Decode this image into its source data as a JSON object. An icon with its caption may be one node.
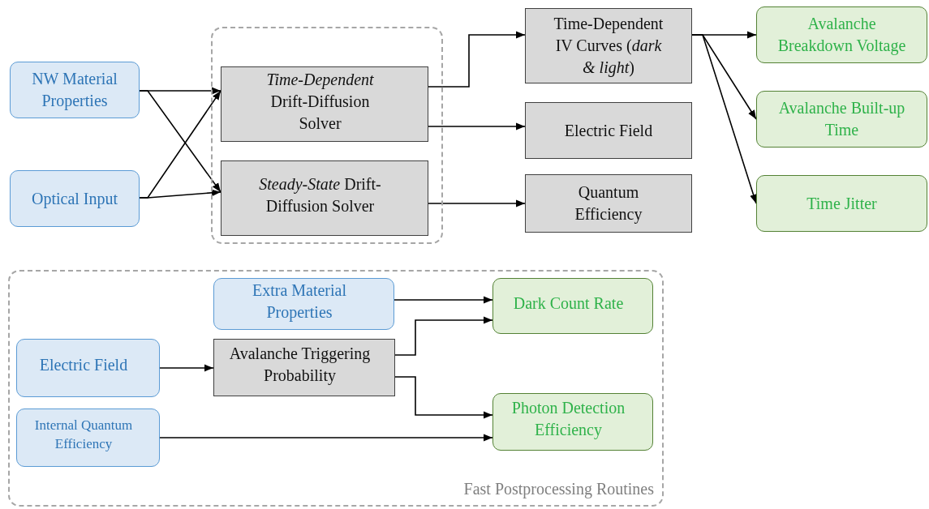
{
  "diagram": {
    "nodes": [
      {
        "text": [
          "NW Material Properties"
        ]
      },
      {
        "text": [
          "Optical Input"
        ]
      },
      {
        "text": [],
        "shape": "box"
      },
      {
        "text": [
          "*Time-Dependent* Drift-Diffusion Solver"
        ],
        "in": 2
      },
      {
        "text": [
          "*Steady-State* Drift-Diffusion Solver"
        ],
        "in": 2
      },
      {
        "text": [
          "Time-Dependent IV Curves (*dark & light*)"
        ]
      },
      {
        "text": [
          "Electric Field"
        ]
      },
      {
        "text": [
          "Quantum Efficiency"
        ]
      },
      {
        "text": [
          "Avalanche Breakdown Voltage"
        ]
      },
      {
        "text": [
          "Avalanche Built-up Time"
        ]
      },
      {
        "text": [
          "Time Jitter"
        ]
      },
      {
        "text": [
          "Fast Postprocessing Routines"
        ]
      },
      {
        "text": [
          "Extra Material Properties"
        ],
        "in": 11
      },
      {
        "text": [
          "Electric Field"
        ],
        "in": 11
      },
      {
        "text": [
          "Avalanche Triggering Probability"
        ],
        "in": 11
      },
      {
        "text": [
          "Internal Quantum Efficiency"
        ],
        "in": 11
      },
      {
        "text": [
          "Dark Count Rate"
        ],
        "in": 11
      },
      {
        "text": [
          "Photon Detection Efficiency"
        ],
        "in": 11
      }
    ],
    "edges": [
      {
        "from": 0,
        "to": 3,
        "arrow": "to"
      },
      {
        "from": 0,
        "to": 4,
        "arrow": "to"
      },
      {
        "from": 1,
        "to": 3,
        "arrow": "to"
      },
      {
        "from": 1,
        "to": 4,
        "arrow": "to"
      },
      {
        "from": 3,
        "to": 5,
        "arrow": "to"
      },
      {
        "from": 3,
        "to": 6,
        "arrow": "to"
      },
      {
        "from": 4,
        "to": 7,
        "arrow": "to"
      },
      {
        "from": 5,
        "to": 8,
        "arrow": "to"
      },
      {
        "from": 5,
        "to": 9,
        "arrow": "to"
      },
      {
        "from": 5,
        "to": 10,
        "arrow": "to"
      },
      {
        "from": 12,
        "to": 16,
        "arrow": "to"
      },
      {
        "from": 14,
        "to": 16,
        "arrow": "to"
      },
      {
        "from": 14,
        "to": 17,
        "arrow": "to"
      },
      {
        "from": 13,
        "to": 14,
        "arrow": "to"
      },
      {
        "from": 15,
        "to": 17,
        "arrow": "to"
      }
    ]
  }
}
